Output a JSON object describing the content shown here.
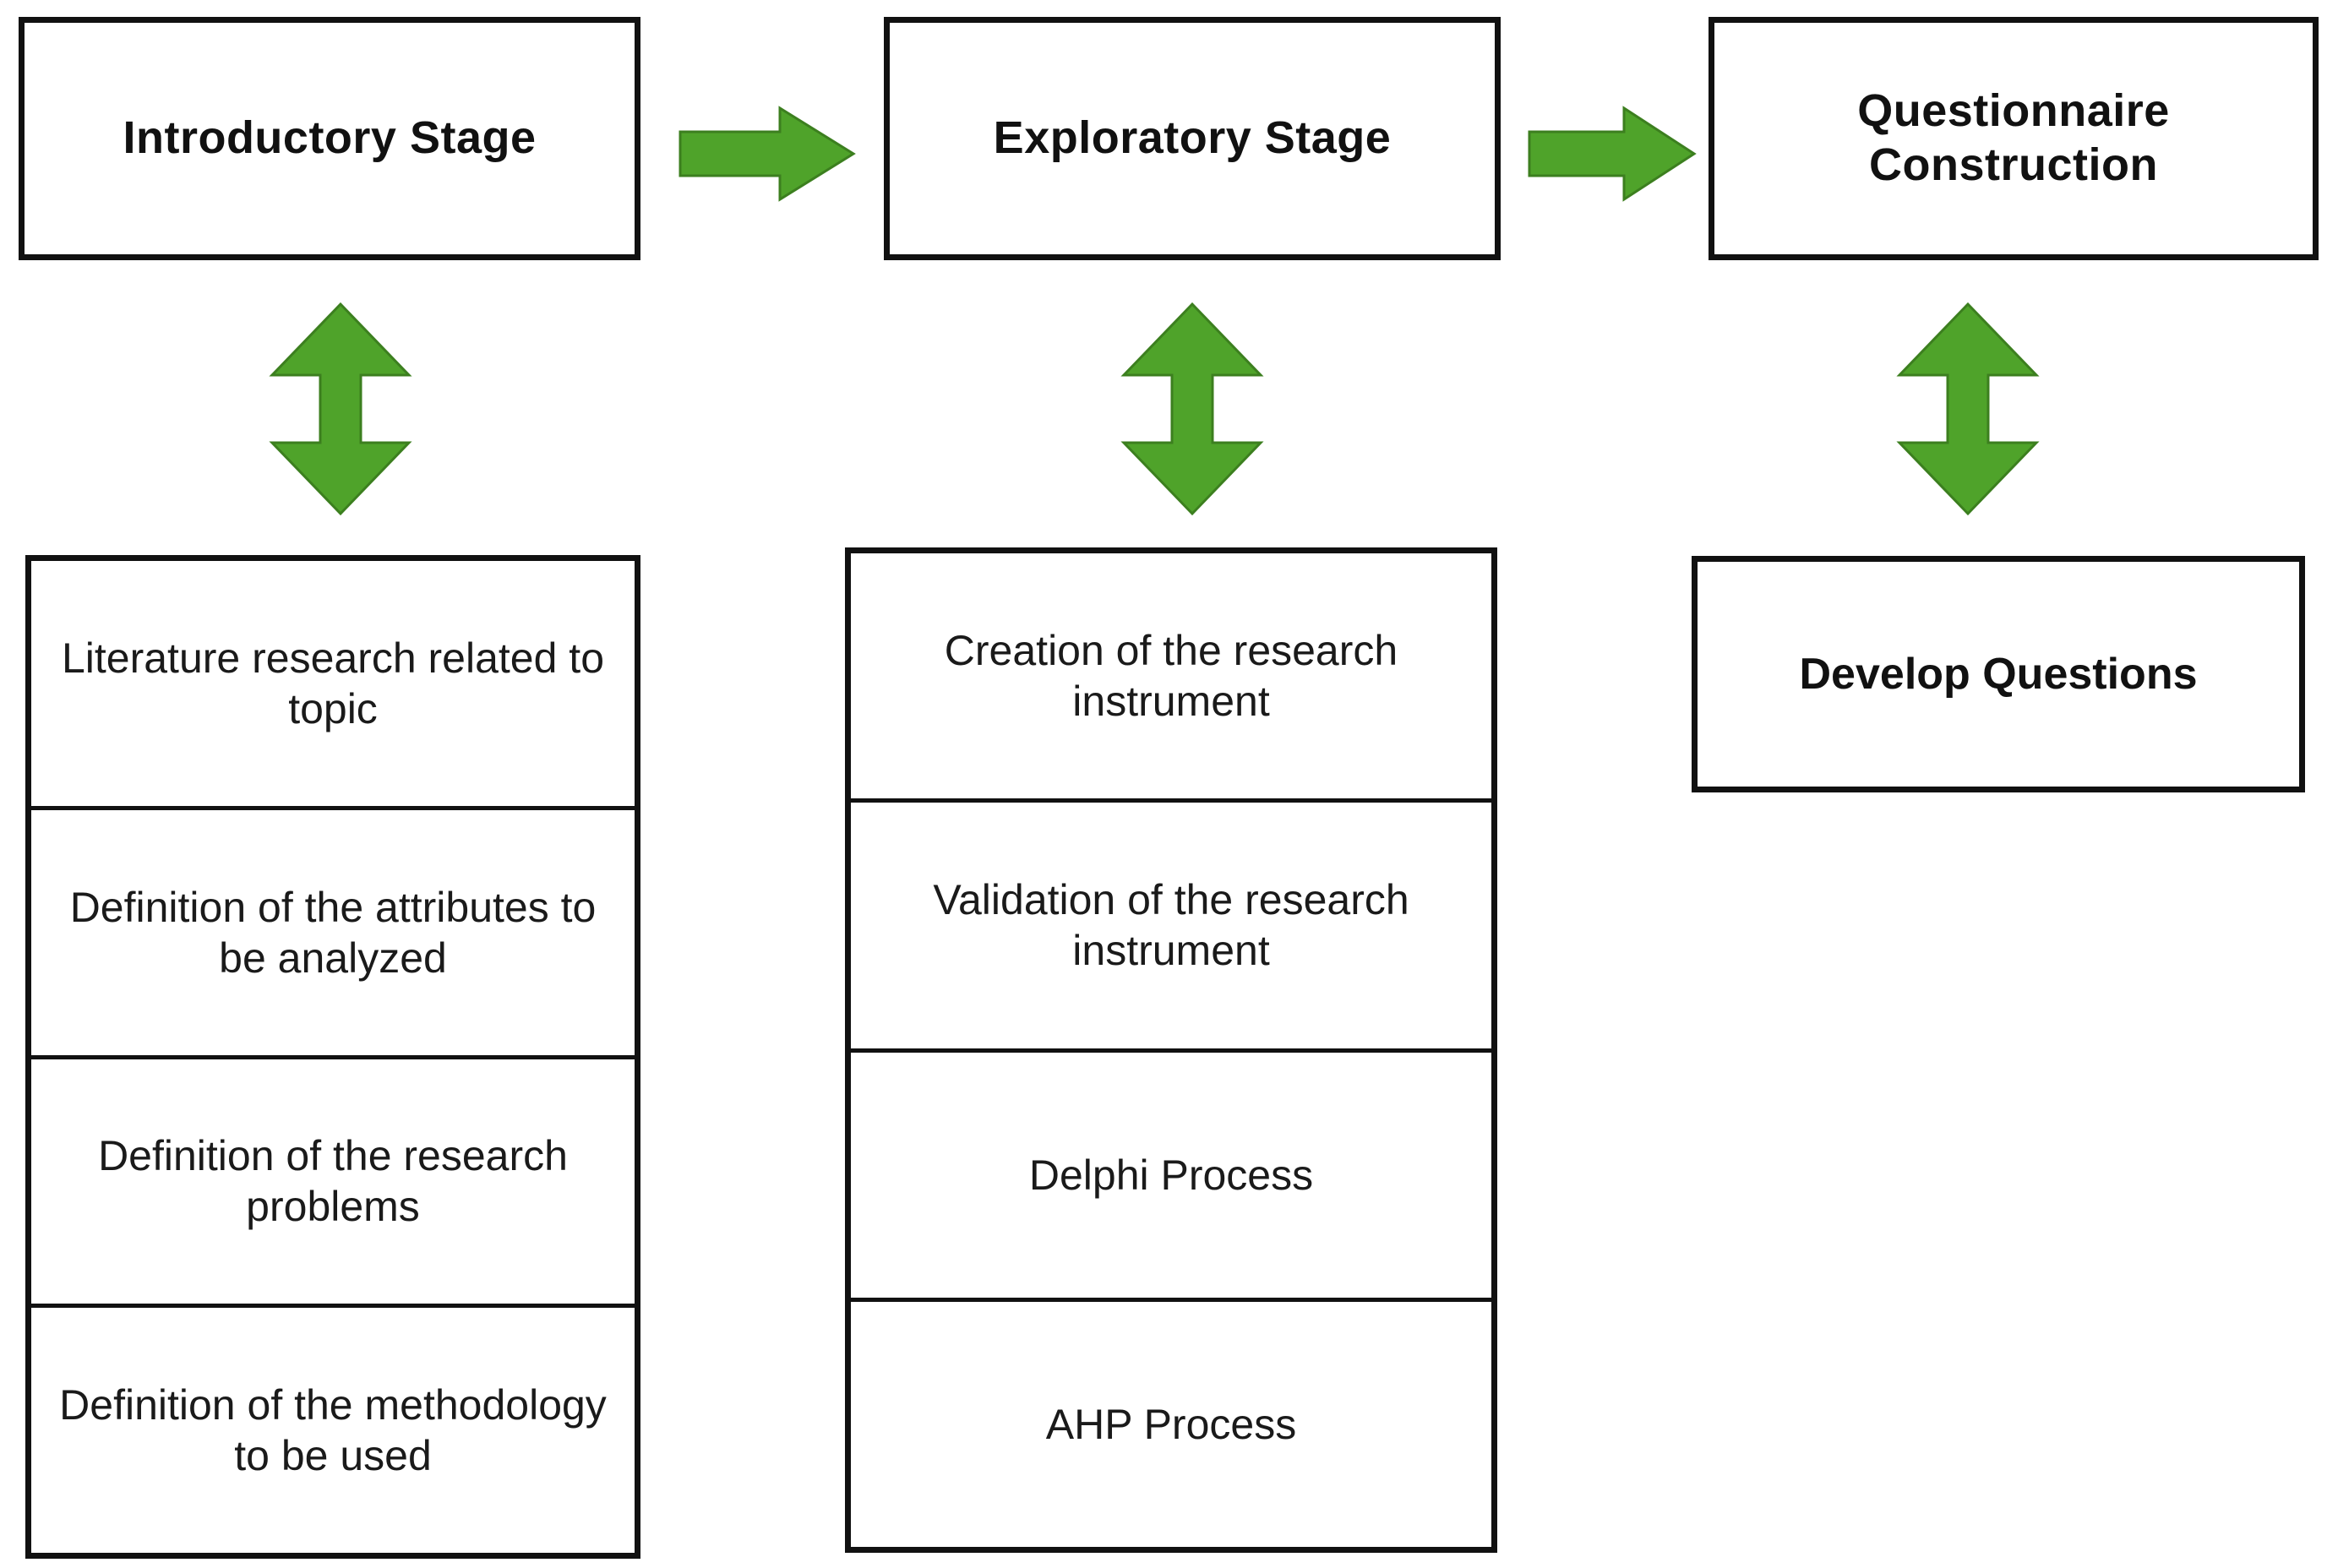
{
  "diagram": {
    "title": "Research Methodology Stages Flow Diagram",
    "colors": {
      "arrow_green": "#4FA32A",
      "arrow_green_dark": "#3C7F1F",
      "box_border": "#111111",
      "background": "#FFFFFF",
      "text": "#1A1A1A"
    }
  },
  "stages": [
    {
      "id": "introductory",
      "label": "Introductory Stage"
    },
    {
      "id": "exploratory",
      "label": "Exploratory Stage"
    },
    {
      "id": "questionnaire",
      "label": "Questionnaire\nConstruction"
    }
  ],
  "columns": [
    {
      "id": "introductory-items",
      "items": [
        {
          "label": "Literature research related to topic"
        },
        {
          "label": "Definition of the attributes to be analyzed"
        },
        {
          "label": "Definition of the research problems"
        },
        {
          "label": "Definition of the methodology to be used"
        }
      ]
    },
    {
      "id": "exploratory-items",
      "items": [
        {
          "label": "Creation of the research instrument"
        },
        {
          "label": "Validation of the research instrument"
        },
        {
          "label": "Delphi Process"
        },
        {
          "label": "AHP Process"
        }
      ]
    },
    {
      "id": "questionnaire-items",
      "items": [
        {
          "label": "Develop Questions"
        }
      ]
    }
  ],
  "connectors": {
    "horizontal": [
      {
        "id": "intro-to-exploratory",
        "from": "introductory",
        "to": "exploratory",
        "direction": "right"
      },
      {
        "id": "exploratory-to-questionnaire",
        "from": "exploratory",
        "to": "questionnaire",
        "direction": "right"
      }
    ],
    "vertical": [
      {
        "id": "introductory-link",
        "from": "introductory",
        "to": "introductory-items",
        "direction": "up-down"
      },
      {
        "id": "exploratory-link",
        "from": "exploratory",
        "to": "exploratory-items",
        "direction": "up-down"
      },
      {
        "id": "questionnaire-link",
        "from": "questionnaire",
        "to": "questionnaire-items",
        "direction": "up-down"
      }
    ]
  }
}
